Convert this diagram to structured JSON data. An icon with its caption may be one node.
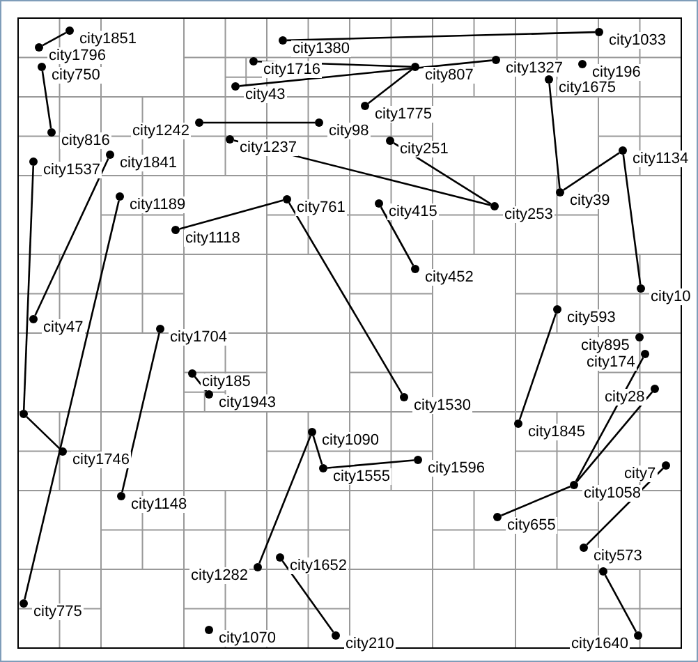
{
  "diagram": {
    "nodes": [
      {
        "text": [
          "city1851"
        ]
      },
      {
        "text": [
          "city1796"
        ]
      },
      {
        "text": [
          "city750"
        ]
      },
      {
        "text": [
          "city816"
        ]
      },
      {
        "text": [
          "city1380"
        ]
      },
      {
        "text": [
          "city1033"
        ]
      },
      {
        "text": [
          "city1716"
        ]
      },
      {
        "text": [
          "city807"
        ]
      },
      {
        "text": [
          "city43"
        ]
      },
      {
        "text": [
          "city1327"
        ]
      },
      {
        "text": [
          "city1775"
        ]
      },
      {
        "text": [
          "city98"
        ]
      },
      {
        "text": [
          "city1242"
        ]
      },
      {
        "text": [
          "city1237"
        ]
      },
      {
        "text": [
          "city253"
        ]
      },
      {
        "text": [
          "city251"
        ]
      },
      {
        "text": [
          "city39"
        ]
      },
      {
        "text": [
          "city196"
        ]
      },
      {
        "text": [
          "city1675"
        ]
      },
      {
        "text": [
          "city1134"
        ]
      },
      {
        "text": [
          "city10"
        ]
      },
      {
        "text": [
          "city1537"
        ]
      },
      {
        "text": [],
        "shape": "circle"
      },
      {
        "text": [
          "city1841"
        ]
      },
      {
        "text": [
          "city47"
        ]
      },
      {
        "text": [
          "city1189"
        ]
      },
      {
        "text": [
          "city1118"
        ]
      },
      {
        "text": [
          "city761"
        ]
      },
      {
        "text": [
          "city415"
        ]
      },
      {
        "text": [
          "city452"
        ]
      },
      {
        "text": [
          "city1530"
        ]
      },
      {
        "text": [
          "city185"
        ]
      },
      {
        "text": [
          "city1943"
        ]
      },
      {
        "text": [
          "city1746"
        ]
      },
      {
        "text": [
          "city775"
        ]
      },
      {
        "text": [
          "city1148"
        ]
      },
      {
        "text": [
          "city1282"
        ]
      },
      {
        "text": [
          "city1652"
        ]
      },
      {
        "text": [
          "city1070"
        ]
      },
      {
        "text": [
          "city210"
        ]
      },
      {
        "text": [
          "city1640"
        ]
      },
      {
        "text": [],
        "shape": "circle"
      },
      {
        "text": [
          "city573"
        ]
      },
      {
        "text": [
          "city7"
        ]
      },
      {
        "text": [
          "city655"
        ]
      },
      {
        "text": [
          "city1058"
        ]
      },
      {
        "text": [
          "city895"
        ]
      },
      {
        "text": [
          "city174"
        ]
      },
      {
        "text": [
          "city28"
        ]
      },
      {
        "text": [
          "city1845"
        ]
      },
      {
        "text": [
          "city593"
        ]
      },
      {
        "text": [
          "city1596"
        ]
      },
      {
        "text": [
          "city1090"
        ]
      },
      {
        "text": [
          "city1555"
        ]
      },
      {
        "text": [
          "city1704"
        ]
      }
    ],
    "edges": [
      {
        "from": 0,
        "to": 1,
        "arrow": "none"
      },
      {
        "from": 2,
        "to": 3,
        "arrow": "none"
      },
      {
        "from": 4,
        "to": 5,
        "arrow": "none"
      },
      {
        "from": 6,
        "to": 7,
        "arrow": "none"
      },
      {
        "from": 8,
        "to": 9,
        "arrow": "none"
      },
      {
        "from": 10,
        "to": 7,
        "arrow": "none"
      },
      {
        "from": 12,
        "to": 11,
        "arrow": "none"
      },
      {
        "from": 13,
        "to": 14,
        "arrow": "none"
      },
      {
        "from": 15,
        "to": 14,
        "arrow": "none"
      },
      {
        "from": 18,
        "to": 16,
        "arrow": "none"
      },
      {
        "from": 19,
        "to": 20,
        "arrow": "none"
      },
      {
        "from": 16,
        "to": 19,
        "arrow": "none"
      },
      {
        "from": 21,
        "to": 22,
        "arrow": "none"
      },
      {
        "from": 23,
        "to": 24,
        "arrow": "none"
      },
      {
        "from": 34,
        "to": 25,
        "arrow": "none"
      },
      {
        "from": 54,
        "to": 35,
        "arrow": "none"
      },
      {
        "from": 33,
        "to": 22,
        "arrow": "none"
      },
      {
        "from": 27,
        "to": 30,
        "arrow": "none"
      },
      {
        "from": 26,
        "to": 27,
        "arrow": "none"
      },
      {
        "from": 28,
        "to": 29,
        "arrow": "none"
      },
      {
        "from": 31,
        "to": 32,
        "arrow": "none"
      },
      {
        "from": 49,
        "to": 50,
        "arrow": "none"
      },
      {
        "from": 42,
        "to": 43,
        "arrow": "none"
      },
      {
        "from": 41,
        "to": 40,
        "arrow": "none"
      },
      {
        "from": 44,
        "to": 45,
        "arrow": "none"
      },
      {
        "from": 45,
        "to": 48,
        "arrow": "none"
      },
      {
        "from": 47,
        "to": 45,
        "arrow": "none"
      },
      {
        "from": 37,
        "to": 39,
        "arrow": "none"
      },
      {
        "from": 36,
        "to": 52,
        "arrow": "none"
      },
      {
        "from": 52,
        "to": 53,
        "arrow": "none"
      },
      {
        "from": 53,
        "to": 51,
        "arrow": "none"
      }
    ]
  }
}
